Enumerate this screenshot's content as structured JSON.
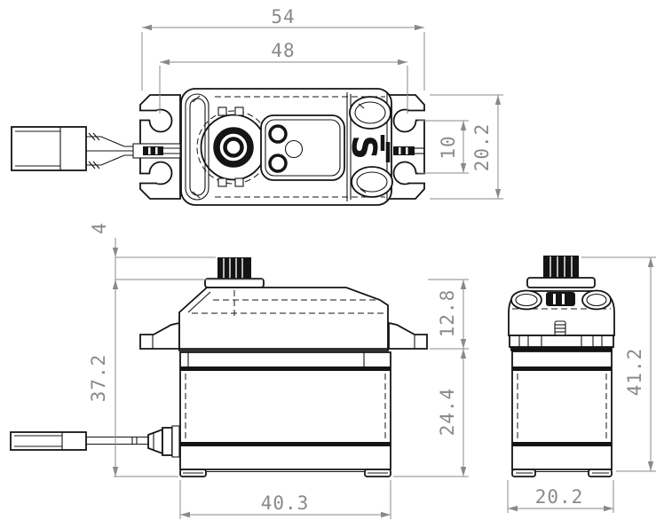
{
  "drawing": {
    "type": "technical-dimension-drawing",
    "subject": "low-profile RC servo, three orthographic views",
    "units": "mm",
    "logo_letter": "S",
    "colors": {
      "line": "#141414",
      "dimension": "#8a8a8a",
      "background": "#ffffff"
    },
    "top_view": {
      "overall_length": "54",
      "mount_span": "48",
      "slot_spacing": "10",
      "case_width": "20.2"
    },
    "side_view": {
      "spline_height": "4",
      "case_height": "37.2",
      "upper_height": "12.8",
      "lower_height": "24.4",
      "case_length": "40.3"
    },
    "front_view": {
      "case_width": "20.2",
      "overall_height": "41.2"
    }
  }
}
